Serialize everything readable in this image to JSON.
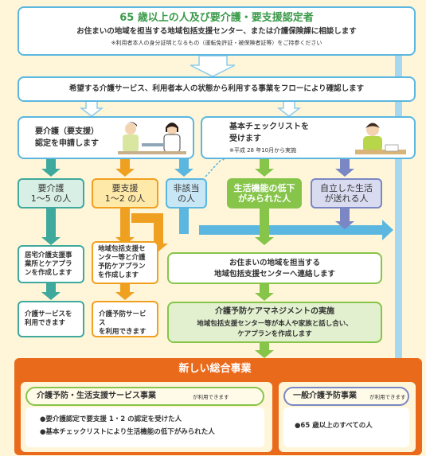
{
  "top": {
    "title": "65 歳以上の人及び要介護・要支援認定者",
    "line": "お住まいの地域を担当する地域包括支援センター、または介護保険課に相談します",
    "note": "※利用者本人の身分証明となるもの（運転免許証・被保険者証等）をご持参ください"
  },
  "flow": {
    "text": "希望する介護サービス、利用者本人の状態から利用する事業をフローにより確認します"
  },
  "apply": {
    "line1": "要介護（要支援）",
    "line2": "認定を申請します"
  },
  "checklist": {
    "line1": "基本チェックリストを",
    "line2": "受けます",
    "note": "※平成 28 年10月から実施"
  },
  "categories": {
    "care": [
      "要介護",
      "1～5 の人"
    ],
    "support": [
      "要支援",
      "1～2 の人"
    ],
    "notapplicable": [
      "非該当",
      "の人"
    ],
    "decline": [
      "生活機能の低下",
      "がみられた人"
    ],
    "independent": [
      "自立した生活",
      "が送れる人"
    ]
  },
  "careplan": {
    "care": [
      "居宅介護支援事",
      "業所とケアプラ",
      "ンを作成します"
    ],
    "support": [
      "地域包括支援セ",
      "ンター等と介護",
      "予防ケアプラン",
      "を作成します"
    ]
  },
  "contact": [
    "お住まいの地域を担当する",
    "地域包括支援センターへ連絡します"
  ],
  "services": {
    "care": [
      "介護サービスを",
      "利用できます"
    ],
    "support": [
      "介護予防サービス",
      "を利用できます"
    ]
  },
  "management": {
    "title": "介護予防ケアマネジメントの実施",
    "line1": "地域包括支援センター等が本人や家族と話し合い、",
    "line2": "ケアプランを作成します"
  },
  "banner": "新しい総合事業",
  "left_panel": {
    "title": "介護予防・生活支援サービス事業",
    "tag": "が利用できます",
    "bullets": [
      "●要介護認定で要支援 1・2 の認定を受けた人",
      "●基本チェックリストにより生活機能の低下がみられた人"
    ]
  },
  "right_panel": {
    "title": "一般介護予防事業",
    "tag": "が利用できます",
    "bullets": [
      "●65 歳以上のすべての人"
    ]
  },
  "colors": {
    "blue": "#5bb7df",
    "teal": "#3ea99c",
    "orange": "#f0a020",
    "green": "#86c54a",
    "indigo": "#7a87c4",
    "banner": "#ea6a1c"
  }
}
